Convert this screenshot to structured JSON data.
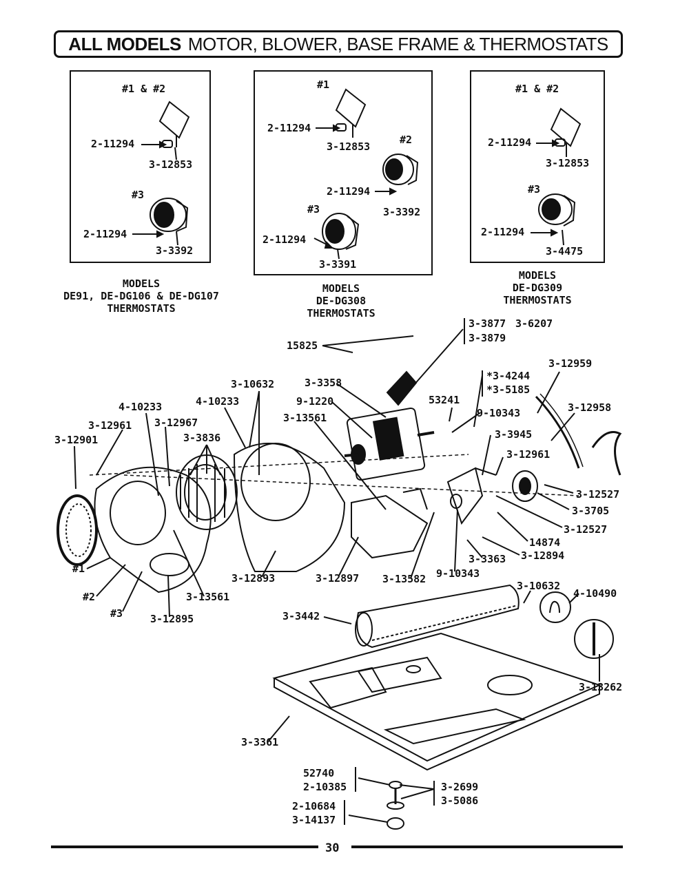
{
  "title": {
    "bold": "ALL MODELS",
    "rest": "MOTOR, BLOWER, BASE FRAME & THERMOSTATS"
  },
  "panels": [
    {
      "caption": [
        "MODELS",
        "DE91, DE-DG106 & DE-DG107",
        "THERMOSTATS"
      ],
      "labels": [
        "#1 & #2",
        "2-11294",
        "3-12853",
        "#3",
        "2-11294",
        "3-3392"
      ]
    },
    {
      "caption": [
        "MODELS",
        "DE-DG308",
        "THERMOSTATS"
      ],
      "labels": [
        "#1",
        "2-11294",
        "3-12853",
        "#2",
        "2-11294",
        "3-3392",
        "#3",
        "2-11294",
        "3-3391"
      ]
    },
    {
      "caption": [
        "MODELS",
        "DE-DG309",
        "THERMOSTATS"
      ],
      "labels": [
        "#1 & #2",
        "2-11294",
        "3-12853",
        "#3",
        "2-11294",
        "3-4475"
      ]
    }
  ],
  "main_labels": [
    "3-3877",
    "3-6207",
    "3-3879",
    "15825",
    "3-12959",
    "3-3358",
    "*3-4244",
    "*3-5185",
    "3-10632",
    "9-1220",
    "53241",
    "3-12958",
    "4-10233",
    "4-10233",
    "9-10343",
    "3-12961",
    "3-12967",
    "3-13561",
    "3-3945",
    "3-12901",
    "3-3836",
    "3-12961",
    "3-12527",
    "3-3705",
    "3-12527",
    "14874",
    "#1",
    "3-3363",
    "3-12894",
    "#2",
    "3-12893",
    "3-12897",
    "3-13582",
    "9-10343",
    "3-13561",
    "#3",
    "3-12895",
    "3-10632",
    "4-10490",
    "3-3442",
    "3-13262",
    "3-3361",
    "52740",
    "2-10385",
    "3-2699",
    "3-5086",
    "2-10684",
    "3-14137"
  ],
  "page_number": "30"
}
